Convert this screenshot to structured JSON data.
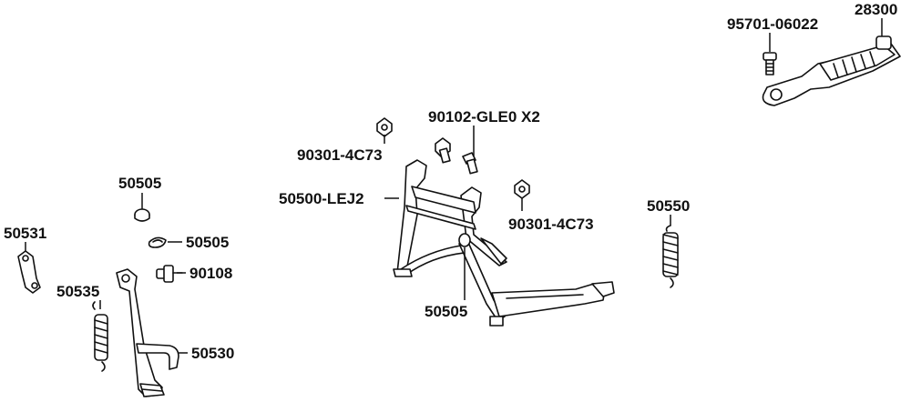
{
  "callouts": [
    {
      "id": "p95701",
      "text": "95701-06022"
    },
    {
      "id": "p28300",
      "text": "28300"
    },
    {
      "id": "p90102",
      "text": "90102-GLE0 X2"
    },
    {
      "id": "p90301a",
      "text": "90301-4C73"
    },
    {
      "id": "p50500",
      "text": "50500-LEJ2"
    },
    {
      "id": "p90301b",
      "text": "90301-4C73"
    },
    {
      "id": "p50550",
      "text": "50550"
    },
    {
      "id": "p50505a",
      "text": "50505"
    },
    {
      "id": "p50505b",
      "text": "50505"
    },
    {
      "id": "p50505c",
      "text": "50505"
    },
    {
      "id": "p50531",
      "text": "50531"
    },
    {
      "id": "p90108",
      "text": "90108"
    },
    {
      "id": "p50535",
      "text": "50535"
    },
    {
      "id": "p50530",
      "text": "50530"
    }
  ]
}
